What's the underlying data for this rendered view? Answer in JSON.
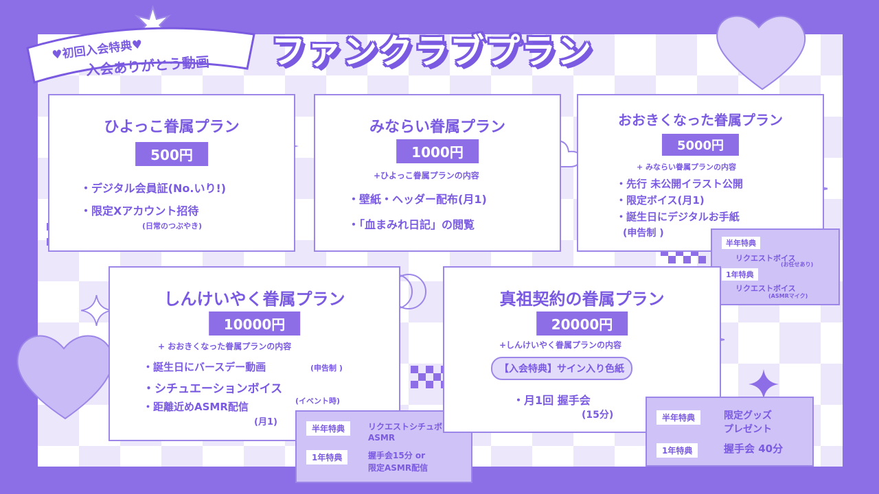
{
  "header": {
    "title": "ファンクラブプラン",
    "ribbon_line1": "♥初回入会特典♥",
    "ribbon_line2": "入会ありがとう動画"
  },
  "plans": {
    "p1": {
      "name": "ひよっこ眷属プラン",
      "price": "500円",
      "item1": "・デジタル会員証(No.いり!)",
      "item2": "・限定Xアカウント招待",
      "item2_note": "(日常のつぶやき)"
    },
    "p2": {
      "name": "みならい眷属プラン",
      "price": "1000円",
      "includes": "+ひよっこ眷属プランの内容",
      "item1": "・壁紙・ヘッダー配布(月1)",
      "item2": "・「血まみれ日記」の閲覧"
    },
    "p3": {
      "name": "おおきくなった眷属プラン",
      "price": "5000円",
      "includes": "+ みならい眷属プランの内容",
      "item1": "・先行 未公開イラスト公開",
      "item2": "・限定ボイス(月1)",
      "item3": "・誕生日にデジタルお手紙",
      "item3_note": "(申告制 )",
      "bonus": {
        "half_label": "半年特典",
        "half_text": "リクエストボイス",
        "half_note": "(お任せあり)",
        "year_label": "1年特典",
        "year_text": "リクエストボイス",
        "year_note": "(ASMRマイク)"
      }
    },
    "p4": {
      "name": "しんけいやく眷属プラン",
      "price": "10000円",
      "includes": "+ おおきくなった眷属プランの内容",
      "item1": "・誕生日にバースデー動画",
      "item1_note": "(申告制 )",
      "item2": "・シチュエーションボイス",
      "item2_note": "(イベント時)",
      "item3": "・距離近めASMR配信",
      "item3_note": "(月1)",
      "bonus": {
        "half_label": "半年特典",
        "half_text1": "リクエストシチュボ",
        "half_text2": "ASMR",
        "year_label": "1年特典",
        "year_text1": "握手会15分 or",
        "year_text2": "限定ASMR配信"
      }
    },
    "p5": {
      "name": "真祖契約の眷属プラン",
      "price": "20000円",
      "includes": "+しんけいやく眷属プランの内容",
      "highlight": "【入会特典】サイン入り色紙",
      "item1": "・月1回 握手会",
      "item1_note": "(15分)",
      "bonus": {
        "half_label": "半年特典",
        "half_text1": "限定グッズ",
        "half_text2": "プレゼント",
        "year_label": "1年特典",
        "year_text": "握手会 40分"
      }
    }
  },
  "colors": {
    "background": "#8c6fe6",
    "accent": "#7a5ae0",
    "bonus_bg": "#cfc2f6",
    "checker": "#ece7fb"
  }
}
